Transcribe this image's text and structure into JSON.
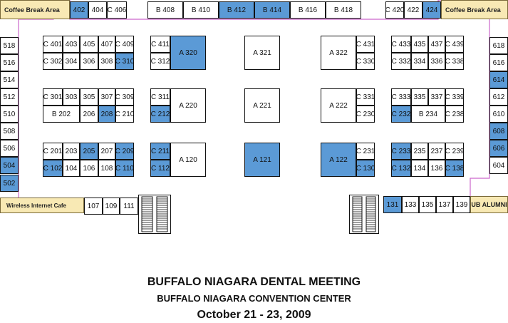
{
  "colors": {
    "exhibitor": "#5b9ad6",
    "corridor": "#f8e9b4",
    "wall": "#cc66cc"
  },
  "areas": [
    {
      "id": "coffee-left",
      "label": "Coffee Break Area"
    },
    {
      "id": "coffee-right",
      "label": "Coffee Break Area"
    },
    {
      "id": "wifi",
      "label": "Wireless Internet Cafe"
    },
    {
      "id": "ub-alumni",
      "label": "UB ALUMNI"
    }
  ],
  "booths": [
    {
      "label": "402",
      "on": true
    },
    {
      "label": "404",
      "on": false
    },
    {
      "label": "C 406",
      "on": false
    },
    {
      "label": "B 408",
      "on": false
    },
    {
      "label": "B 410",
      "on": false
    },
    {
      "label": "B 412",
      "on": true
    },
    {
      "label": "B 414",
      "on": true
    },
    {
      "label": "B 416",
      "on": false
    },
    {
      "label": "B 418",
      "on": false
    },
    {
      "label": "C 420",
      "on": false
    },
    {
      "label": "422",
      "on": false
    },
    {
      "label": "424",
      "on": true
    },
    {
      "label": "518",
      "on": false
    },
    {
      "label": "516",
      "on": false
    },
    {
      "label": "514",
      "on": false
    },
    {
      "label": "512",
      "on": false
    },
    {
      "label": "510",
      "on": false
    },
    {
      "label": "508",
      "on": false
    },
    {
      "label": "506",
      "on": false
    },
    {
      "label": "504",
      "on": true
    },
    {
      "label": "502",
      "on": true
    },
    {
      "label": "618",
      "on": false
    },
    {
      "label": "616",
      "on": false
    },
    {
      "label": "614",
      "on": true
    },
    {
      "label": "612",
      "on": false
    },
    {
      "label": "610",
      "on": false
    },
    {
      "label": "608",
      "on": true
    },
    {
      "label": "606",
      "on": true
    },
    {
      "label": "604",
      "on": false
    },
    {
      "label": "C 401",
      "on": false
    },
    {
      "label": "403",
      "on": false
    },
    {
      "label": "405",
      "on": false
    },
    {
      "label": "407",
      "on": false
    },
    {
      "label": "C 409",
      "on": false
    },
    {
      "label": "C 302",
      "on": false
    },
    {
      "label": "304",
      "on": false
    },
    {
      "label": "306",
      "on": false
    },
    {
      "label": "308",
      "on": false
    },
    {
      "label": "C 310",
      "on": true
    },
    {
      "label": "C 301",
      "on": false
    },
    {
      "label": "303",
      "on": false
    },
    {
      "label": "305",
      "on": false
    },
    {
      "label": "307",
      "on": false
    },
    {
      "label": "C 309",
      "on": false
    },
    {
      "label": "B 202",
      "on": false
    },
    {
      "label": "206",
      "on": false
    },
    {
      "label": "208",
      "on": true
    },
    {
      "label": "C 210",
      "on": false
    },
    {
      "label": "C 201",
      "on": false
    },
    {
      "label": "203",
      "on": false
    },
    {
      "label": "205",
      "on": true
    },
    {
      "label": "207",
      "on": false
    },
    {
      "label": "C 209",
      "on": true
    },
    {
      "label": "C 102",
      "on": true
    },
    {
      "label": "104",
      "on": false
    },
    {
      "label": "106",
      "on": false
    },
    {
      "label": "108",
      "on": false
    },
    {
      "label": "C 110",
      "on": true
    },
    {
      "label": "C 411",
      "on": false
    },
    {
      "label": "C 312",
      "on": false
    },
    {
      "label": "A 320",
      "on": true
    },
    {
      "label": "C 311",
      "on": false
    },
    {
      "label": "C 212",
      "on": true
    },
    {
      "label": "A 220",
      "on": false
    },
    {
      "label": "C 211",
      "on": true
    },
    {
      "label": "C 112",
      "on": true
    },
    {
      "label": "A 120",
      "on": false
    },
    {
      "label": "A 321",
      "on": false
    },
    {
      "label": "A 221",
      "on": false
    },
    {
      "label": "A 121",
      "on": true
    },
    {
      "label": "A 322",
      "on": false
    },
    {
      "label": "C 431",
      "on": false
    },
    {
      "label": "C 330",
      "on": false
    },
    {
      "label": "A 222",
      "on": false
    },
    {
      "label": "C 331",
      "on": false
    },
    {
      "label": "C 230",
      "on": false
    },
    {
      "label": "A 122",
      "on": true
    },
    {
      "label": "C 231",
      "on": false
    },
    {
      "label": "C 130",
      "on": true
    },
    {
      "label": "C 433",
      "on": false
    },
    {
      "label": "435",
      "on": false
    },
    {
      "label": "437",
      "on": false
    },
    {
      "label": "C 439",
      "on": false
    },
    {
      "label": "C 332",
      "on": false
    },
    {
      "label": "334",
      "on": false
    },
    {
      "label": "336",
      "on": false
    },
    {
      "label": "C 338",
      "on": false
    },
    {
      "label": "C 333",
      "on": false
    },
    {
      "label": "335",
      "on": false
    },
    {
      "label": "337",
      "on": false
    },
    {
      "label": "C 339",
      "on": false
    },
    {
      "label": "C 232",
      "on": true
    },
    {
      "label": "B 234",
      "on": false
    },
    {
      "label": "C 238",
      "on": false
    },
    {
      "label": "C 233",
      "on": true
    },
    {
      "label": "235",
      "on": false
    },
    {
      "label": "237",
      "on": false
    },
    {
      "label": "C 239",
      "on": false
    },
    {
      "label": "C 132",
      "on": true
    },
    {
      "label": "134",
      "on": false
    },
    {
      "label": "136",
      "on": false
    },
    {
      "label": "C 138",
      "on": true
    },
    {
      "label": "107",
      "on": false
    },
    {
      "label": "109",
      "on": false
    },
    {
      "label": "111",
      "on": false
    },
    {
      "label": "131",
      "on": true
    },
    {
      "label": "133",
      "on": false
    },
    {
      "label": "135",
      "on": false
    },
    {
      "label": "137",
      "on": false
    },
    {
      "label": "139",
      "on": false
    }
  ],
  "titles": {
    "line1": "BUFFALO NIAGARA DENTAL MEETING",
    "line2": "BUFFALO NIAGARA CONVENTION CENTER",
    "line3": "October 21 - 23, 2009"
  }
}
